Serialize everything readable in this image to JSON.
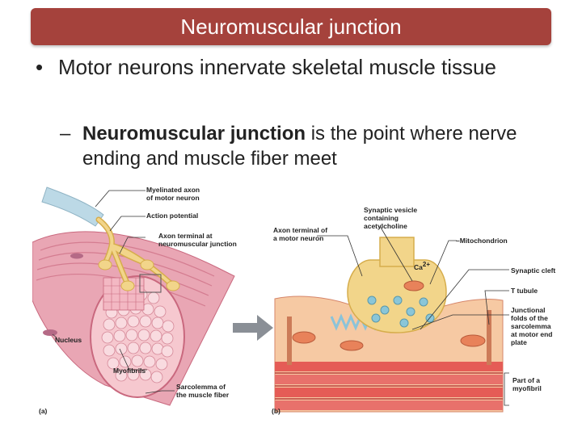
{
  "title": "Neuromuscular junction",
  "bullets": {
    "b1_marker": "•",
    "b1": "Motor neurons innervate skeletal muscle tissue",
    "b2_marker": "–",
    "b2_bold": "Neuromuscular junction",
    "b2_rest": " is the point where nerve ending and muscle fiber meet"
  },
  "figure": {
    "labels_a": {
      "myelinated_1": "Myelinated axon",
      "myelinated_2": "of motor neuron",
      "action_potential": "Action potential",
      "axon_terminal_1": "Axon terminal at",
      "axon_terminal_2": "neuromuscular junction",
      "nucleus": "Nucleus",
      "myofibrils": "Myofibrils",
      "sarcolemma_1": "Sarcolemma of",
      "sarcolemma_2": "the muscle fiber",
      "panel": "(a)"
    },
    "labels_b": {
      "synaptic_vesicle_1": "Synaptic vesicle",
      "synaptic_vesicle_2": "containing",
      "synaptic_vesicle_3": "acetylcholine",
      "axon_terminal_1": "Axon terminal of",
      "axon_terminal_2": "a motor neuron",
      "mitochondrion": "Mitochondrion",
      "ca_base": "Ca",
      "ca_sup": "2+",
      "synaptic_cleft": "Synaptic cleft",
      "t_tubule": "T tubule",
      "junctional_1": "Junctional",
      "junctional_2": "folds of the",
      "junctional_3": "sarcolemma",
      "junctional_4": "at motor end",
      "junctional_5": "plate",
      "part_1": "Part of a",
      "part_2": "myofibril",
      "panel": "(b)"
    }
  },
  "colors": {
    "title_bg": "#a5423c",
    "muscle": "#e9a6b4",
    "muscle_dark": "#c9687e",
    "nerve": "#f2d58a",
    "nerve_dark": "#d6ad4c",
    "myelin": "#bcd9e6"
  }
}
